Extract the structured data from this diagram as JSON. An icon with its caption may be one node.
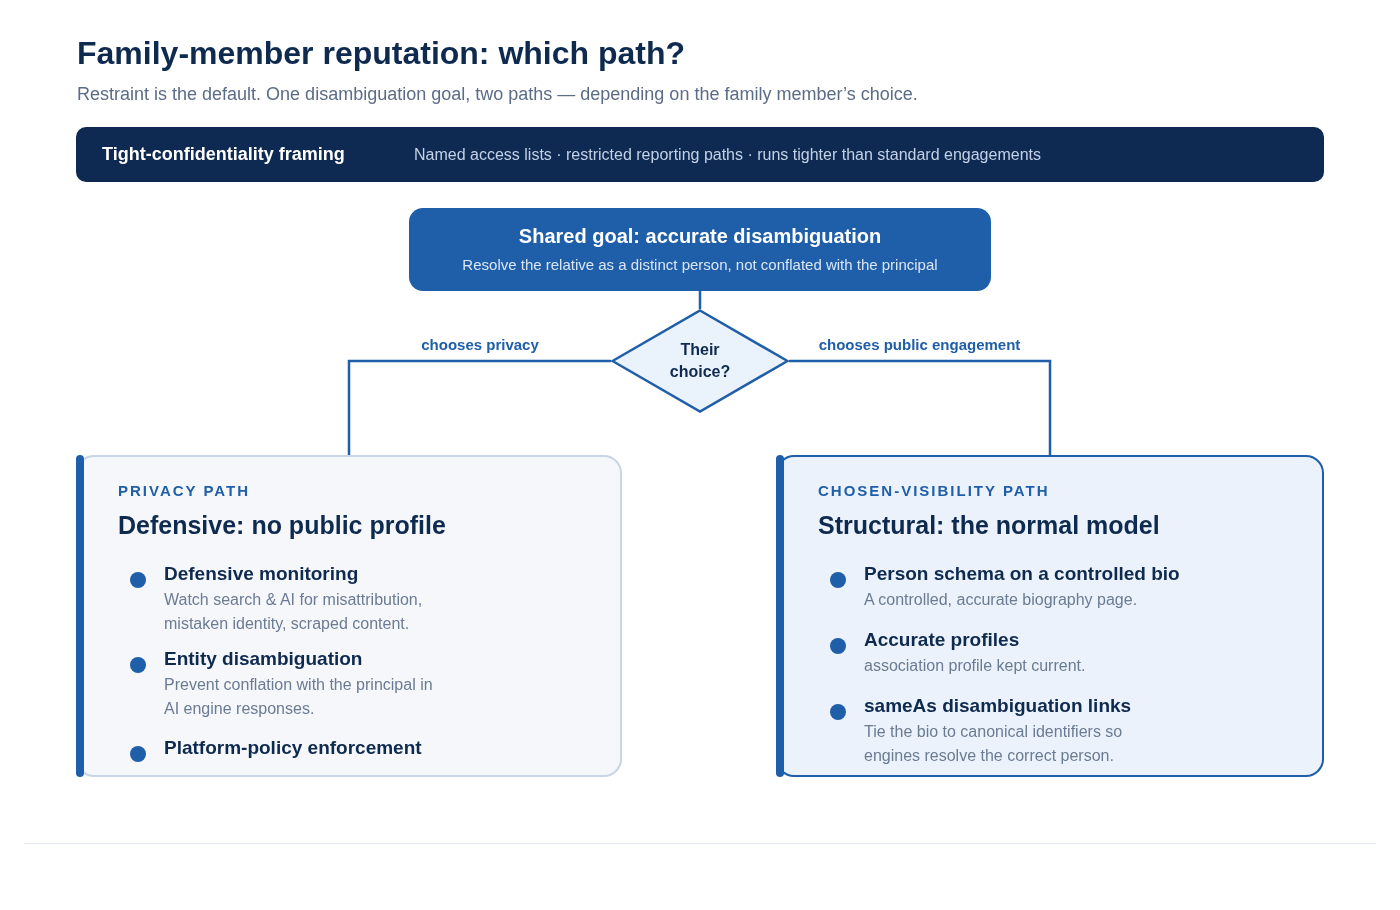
{
  "diagram": {
    "title": "Family-member reputation: which path?",
    "nodes": [
      {
        "text": [
          "Tight-confidentiality framing",
          "Named access lists · restricted reporting paths · runs tighter than standard engagements"
        ]
      },
      {
        "text": [
          "Shared goal: accurate disambiguation",
          "Resolve the relative as a distinct person, not conflated with the principal"
        ]
      },
      {
        "text": [
          "Their choice?"
        ]
      },
      {
        "text": [
          "PRIVACY PATH",
          "Defensive: no public profile",
          "Defensive monitoring",
          "Watch search & AI for misattribution, mistaken identity, scraped content.",
          "Entity disambiguation",
          "Prevent conflation with the principal in AI engine responses.",
          "Platform-policy enforcement"
        ]
      },
      {
        "text": [
          "CHOSEN-VISIBILITY PATH",
          "Structural: the normal model",
          "Person schema on a controlled bio",
          "A controlled, accurate biography page.",
          "Accurate profiles",
          "association profile kept current.",
          "sameAs disambiguation links",
          "Tie the bio to canonical identifiers so engines resolve the correct person."
        ]
      }
    ],
    "edges": [
      {
        "from": 1,
        "to": 2,
        "arrow": "none"
      },
      {
        "from": 2,
        "to": 3,
        "arrow": "none",
        "label": "chooses privacy"
      },
      {
        "from": 2,
        "to": 4,
        "arrow": "none",
        "label": "chooses public engagement"
      }
    ],
    "labels": [
      "Restraint is the default. One disambiguation goal, two paths — depending on the family member’s choice."
    ]
  }
}
